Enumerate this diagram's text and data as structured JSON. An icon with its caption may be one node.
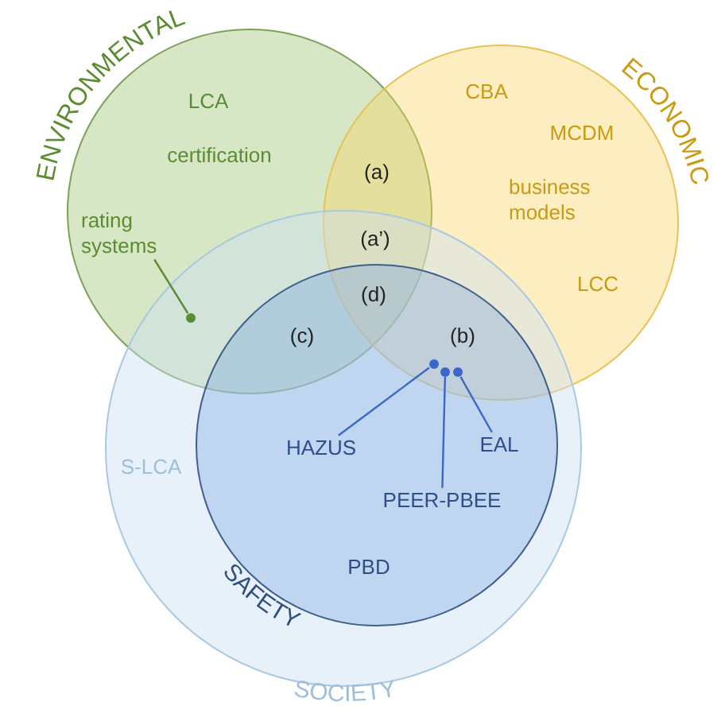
{
  "diagram": {
    "nodes": [
      {
        "text": [
          "ENVIRONMENTAL",
          "LCA",
          "certification"
        ]
      },
      {
        "text": [
          "rating systems"
        ],
        "in": 0
      },
      {
        "text": [
          "ECONOMIC",
          "CBA",
          "MCDM",
          "business models",
          "LCC"
        ]
      },
      {
        "text": [
          "SOCIETY",
          "S-LCA"
        ]
      },
      {
        "text": [
          "SAFETY",
          "PBD"
        ],
        "in": 3
      },
      {
        "text": [
          "HAZUS"
        ],
        "in": 4
      },
      {
        "text": [
          "PEER-PBEE"
        ],
        "in": 4
      },
      {
        "text": [
          "EAL"
        ],
        "in": 4
      },
      {
        "text": [],
        "shape": "circle"
      },
      {
        "text": [],
        "shape": "circle"
      },
      {
        "text": [],
        "shape": "circle"
      },
      {
        "text": [],
        "shape": "circle"
      }
    ],
    "edges": [
      {
        "from": 1,
        "to": 8,
        "arrow": "none",
        "color": "#5b8c32"
      },
      {
        "from": 5,
        "to": 9,
        "arrow": "none"
      },
      {
        "from": 6,
        "to": 10,
        "arrow": "none"
      },
      {
        "from": 7,
        "to": 11,
        "arrow": "none"
      }
    ],
    "labels": [
      "(a)",
      "(a’)",
      "(d)",
      "(c)",
      "(b)"
    ]
  }
}
